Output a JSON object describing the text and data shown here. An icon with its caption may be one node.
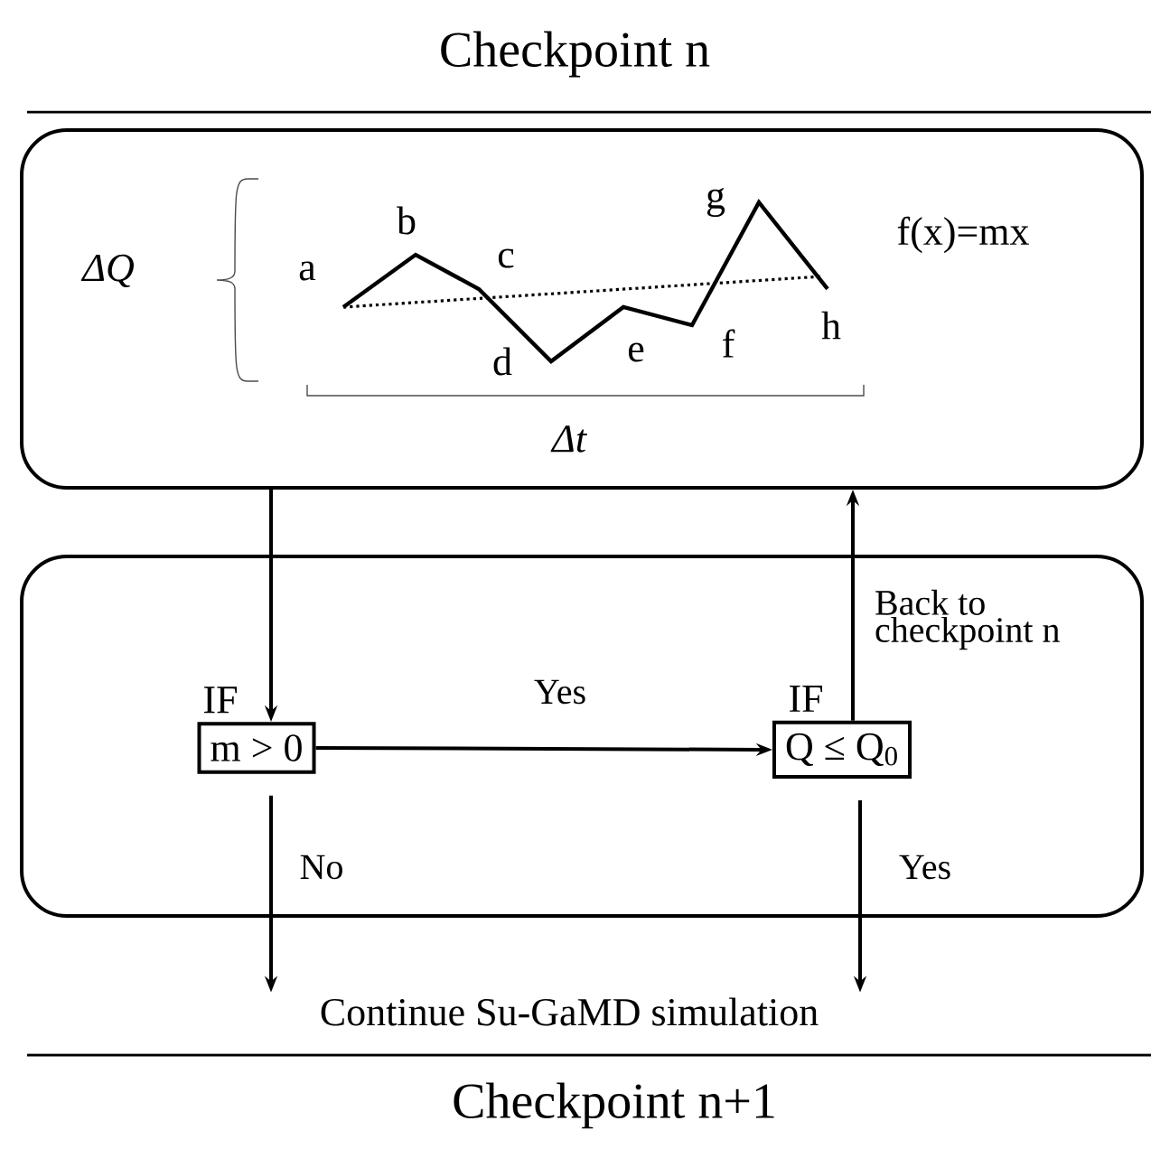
{
  "diagram": {
    "title": "Checkpoint n",
    "nodes": [
      {
        "text": [
          "ΔQ",
          "f(x)=mx",
          "Δt"
        ]
      },
      {
        "text": [],
        "shape": "box"
      },
      {
        "text": [
          "m > 0"
        ],
        "in": 1,
        "beside": [
          "IF"
        ]
      },
      {
        "text": [
          "Q ≤ Q$_{0}$"
        ],
        "in": 1,
        "beside": [
          "IF"
        ]
      },
      {
        "text": [
          "Continue Su-GaMD simulation"
        ]
      }
    ],
    "edges": [
      {
        "from": 0,
        "to": 2,
        "arrow": "to"
      },
      {
        "from": 2,
        "to": 3,
        "arrow": "to",
        "label": "Yes"
      },
      {
        "from": 3,
        "to": 0,
        "arrow": "to",
        "label": "Back to checkpoint n"
      },
      {
        "from": 2,
        "to": 4,
        "arrow": "to",
        "label": "No"
      },
      {
        "from": 3,
        "to": 4,
        "arrow": "to",
        "label": "Yes"
      }
    ],
    "labels": [
      "a",
      "b",
      "c",
      "d",
      "e",
      "f",
      "g",
      "h",
      "Checkpoint n+1"
    ]
  }
}
